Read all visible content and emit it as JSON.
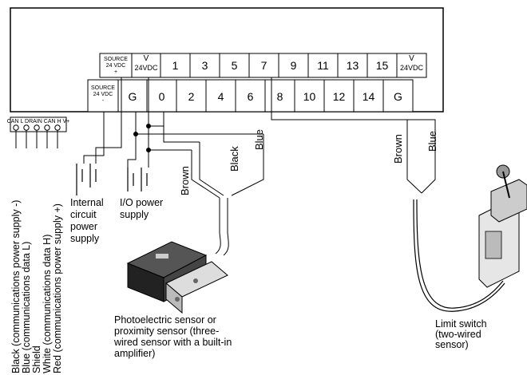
{
  "terminal_block": {
    "top_row": [
      {
        "lines": [
          "SOURCE",
          "24 VDC",
          "+"
        ]
      },
      {
        "lines": [
          "V",
          "24VDC"
        ]
      },
      {
        "lines": [
          "1"
        ]
      },
      {
        "lines": [
          "3"
        ]
      },
      {
        "lines": [
          "5"
        ]
      },
      {
        "lines": [
          "7"
        ]
      },
      {
        "lines": [
          "9"
        ]
      },
      {
        "lines": [
          "11"
        ]
      },
      {
        "lines": [
          "13"
        ]
      },
      {
        "lines": [
          "15"
        ]
      },
      {
        "lines": [
          "V",
          "24VDC"
        ]
      }
    ],
    "bottom_row": [
      {
        "lines": [
          "SOURCE",
          "24 VDC",
          "-"
        ]
      },
      {
        "lines": [
          "G"
        ]
      },
      {
        "lines": [
          "0"
        ]
      },
      {
        "lines": [
          "2"
        ]
      },
      {
        "lines": [
          "4"
        ]
      },
      {
        "lines": [
          "6"
        ]
      },
      {
        "lines": [
          "8"
        ]
      },
      {
        "lines": [
          "10"
        ]
      },
      {
        "lines": [
          "12"
        ]
      },
      {
        "lines": [
          "14"
        ]
      },
      {
        "lines": [
          "G"
        ]
      }
    ]
  },
  "connector_label": "CAN L DRAIN CAN H V+",
  "comm_wires": [
    "Black (communications power supply -)",
    "Blue (communications data L)",
    "Shield",
    "White (communications data H)",
    "Red (communications power supply +)"
  ],
  "labels": {
    "internal_supply": [
      "Internal",
      "circuit",
      "power",
      "supply"
    ],
    "io_supply": [
      "I/O power",
      "supply"
    ],
    "brown_1": "Brown",
    "black_1": "Black",
    "blue_1": "Blue",
    "brown_2": "Brown",
    "blue_2": "Blue",
    "photo_sensor": [
      "Photoelectric sensor or",
      "proximity sensor (three-",
      "wired sensor with a built-in",
      "amplifier)"
    ],
    "limit_switch": [
      "Limit switch",
      "(two-wired",
      "sensor)"
    ]
  }
}
